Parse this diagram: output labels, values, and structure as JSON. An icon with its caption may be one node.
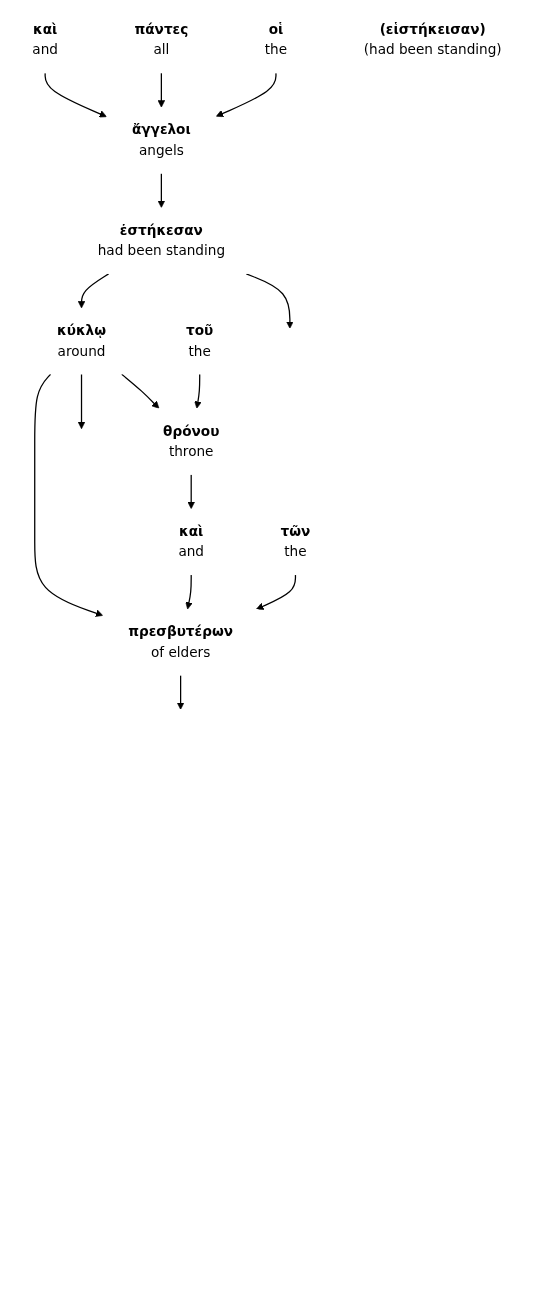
{
  "diagram": {
    "nodes": [
      {
        "text": [
          "καὶ",
          "and"
        ]
      },
      {
        "text": [
          "πάντες",
          "all"
        ]
      },
      {
        "text": [
          "οἱ",
          "the"
        ]
      },
      {
        "text": [
          "ἄγγελοι",
          "angels"
        ]
      },
      {
        "text": [
          "ἐστήκεσαν",
          "had been standing"
        ]
      },
      {
        "text": [
          "(εἱστήκεισαν)",
          "(had been standing)"
        ]
      },
      {
        "text": [
          "κύκλῳ",
          "around"
        ]
      },
      {
        "text": [
          "τοῦ",
          "the"
        ]
      },
      {
        "text": [
          "θρόνου",
          "throne"
        ]
      },
      {
        "text": [
          "καὶ",
          "and"
        ]
      },
      {
        "text": [
          "τῶν",
          "the"
        ]
      },
      {
        "text": [
          "πρεσβυτέρων",
          "of elders"
        ]
      }
    ],
    "edges": [
      {
        "from": 0,
        "to": 3,
        "arrow": "to"
      },
      {
        "from": 1,
        "to": 3,
        "arrow": "to"
      },
      {
        "from": 2,
        "to": 3,
        "arrow": "to"
      },
      {
        "from": 3,
        "to": 4,
        "arrow": "to"
      },
      {
        "from": 4,
        "to": 6,
        "arrow": "to"
      },
      {
        "from": 4,
        "to": null,
        "arrow": "to"
      },
      {
        "from": 6,
        "to": 8,
        "arrow": "to"
      },
      {
        "from": 6,
        "to": 11,
        "arrow": "to"
      },
      {
        "from": 6,
        "to": null,
        "arrow": "to"
      },
      {
        "from": 7,
        "to": 8,
        "arrow": "to"
      },
      {
        "from": 8,
        "to": 9,
        "arrow": "to"
      },
      {
        "from": 9,
        "to": 11,
        "arrow": "to"
      },
      {
        "from": 10,
        "to": 11,
        "arrow": "to"
      },
      {
        "from": 11,
        "to": null,
        "arrow": "to"
      }
    ]
  }
}
